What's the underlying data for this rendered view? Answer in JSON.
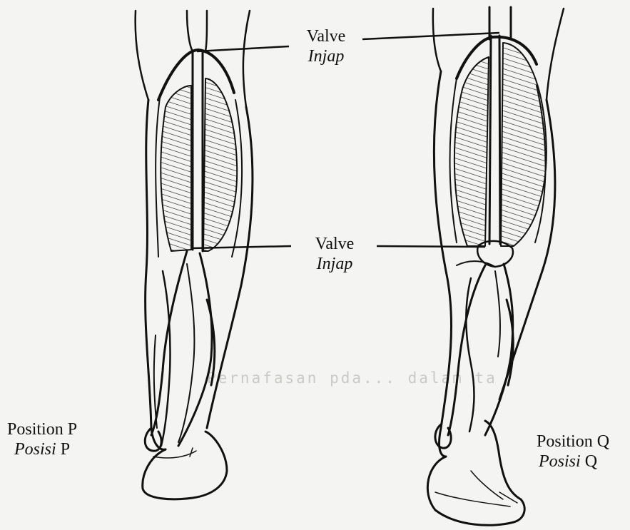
{
  "labels": {
    "valve_top": {
      "en": "Valve",
      "ms": "Injap"
    },
    "valve_mid": {
      "en": "Valve",
      "ms": "Injap"
    },
    "position_p": {
      "en": "Position P",
      "ms_word": "Posisi",
      "ms_letter": "P"
    },
    "position_q": {
      "en": "Position Q",
      "ms_word": "Posisi",
      "ms_letter": "Q"
    }
  },
  "bleed_through_text": "Pernafasan pda... dalam ta",
  "colors": {
    "ink": "#111111",
    "paper": "#f4f4f2",
    "faint": "#c9c9c6"
  }
}
